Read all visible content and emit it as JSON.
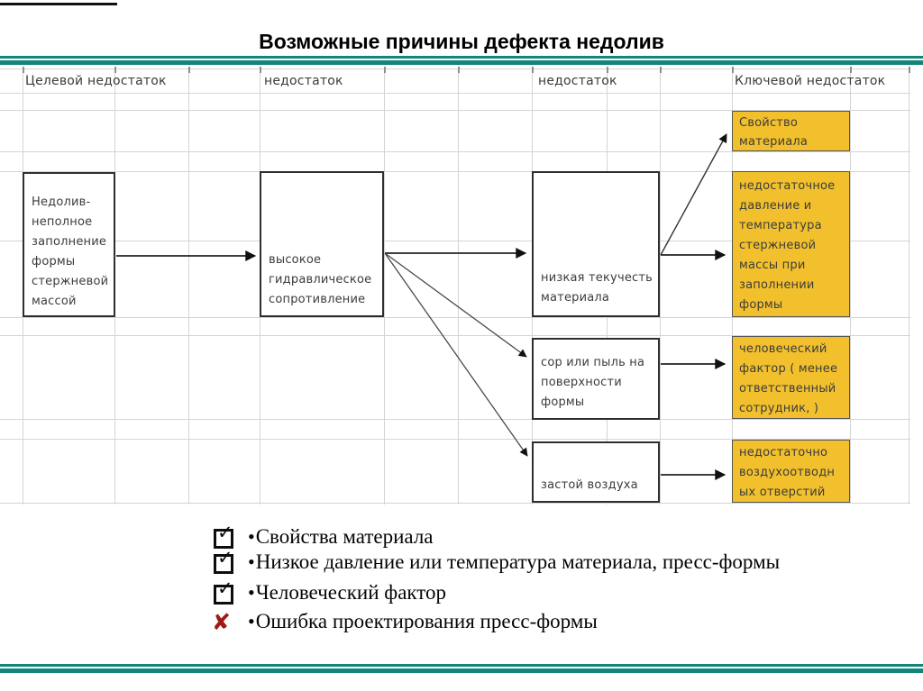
{
  "title": "Возможные причины дефекта недолив",
  "colors": {
    "teal": "#15857b",
    "yellow": "#f2c02c",
    "red": "#a21914",
    "grid": "#d4d4d4"
  },
  "grid": {
    "headers": [
      "Целевой недостаток",
      "недостаток",
      "недостаток",
      "Ключевой недостаток"
    ]
  },
  "diagram": {
    "cause_box": {
      "lines": [
        "Недолив-",
        "неполное",
        "заполнение",
        "формы",
        "стержневой",
        "массой"
      ]
    },
    "mid_box": {
      "lines": [
        "высокое",
        "гидравлическое",
        "сопротивление"
      ]
    },
    "flow1": {
      "lines": [
        "низкая текучесть",
        "материала"
      ]
    },
    "flow2": {
      "lines": [
        "сор или пыль на",
        "поверхности",
        "формы"
      ]
    },
    "flow3": {
      "lines": [
        "застой воздуха"
      ]
    },
    "key1": {
      "lines": [
        "Свойство",
        "материала"
      ]
    },
    "key2": {
      "lines": [
        "недостаточное",
        "давление и",
        "температура",
        "стержневой",
        "массы при",
        "заполнении",
        "формы"
      ]
    },
    "key3": {
      "lines": [
        "человеческий",
        "фактор ( менее",
        "ответственный",
        "сотрудник,  )"
      ]
    },
    "key4": {
      "lines": [
        "недостаточно",
        "воздухоотводн",
        "ых отверстий"
      ]
    }
  },
  "checklist": {
    "bullet": "•",
    "check_glyph": "✓",
    "cross_glyph": "✘",
    "items": [
      {
        "marker": "checked",
        "text": "Свойства материала"
      },
      {
        "marker": "checked",
        "text": "Низкое давление или температура материала, пресс-формы"
      },
      {
        "marker": "checked",
        "text": "Человеческий фактор"
      },
      {
        "marker": "crossed",
        "text": "Ошибка проектирования пресс-формы"
      }
    ]
  }
}
